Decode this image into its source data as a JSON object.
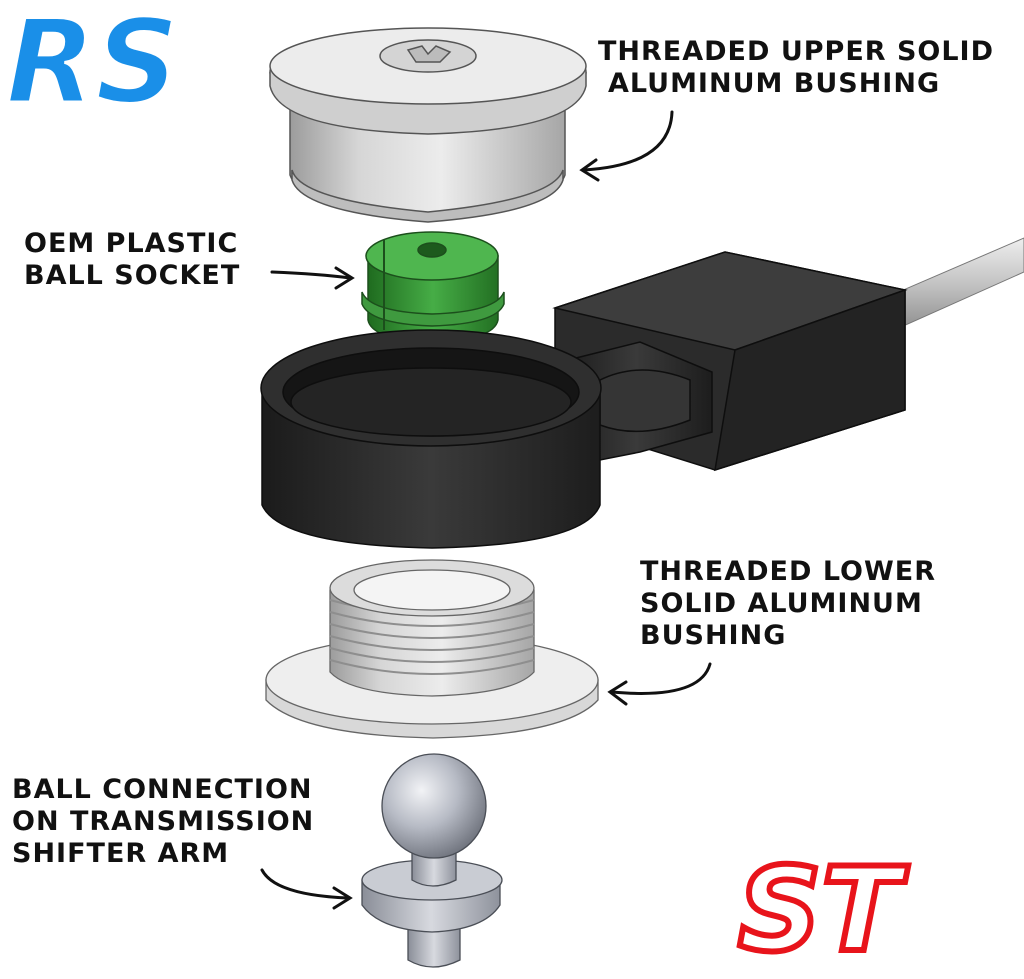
{
  "logos": {
    "top_left": {
      "text": "RS",
      "color": "#1a8fe8"
    },
    "bottom_right": {
      "text": "ST",
      "color": "#e8141b"
    }
  },
  "labels": {
    "upper_bushing": [
      "THREADED UPPER SOLID",
      "ALUMINUM BUSHING"
    ],
    "ball_socket": [
      "OEM PLASTIC",
      "BALL SOCKET"
    ],
    "lower_bushing": [
      "THREADED LOWER",
      "SOLID ALUMINUM",
      "BUSHING"
    ],
    "ball_connection": [
      "BALL CONNECTION",
      "ON TRANSMISSION",
      "SHIFTER ARM"
    ]
  },
  "colors": {
    "aluminum": "#d9d9d9",
    "green_socket": "#3a9a3a",
    "black_housing": "#2a2a2a",
    "steel_ball": "#b8bcc6",
    "cable": "#c4c4c4"
  }
}
